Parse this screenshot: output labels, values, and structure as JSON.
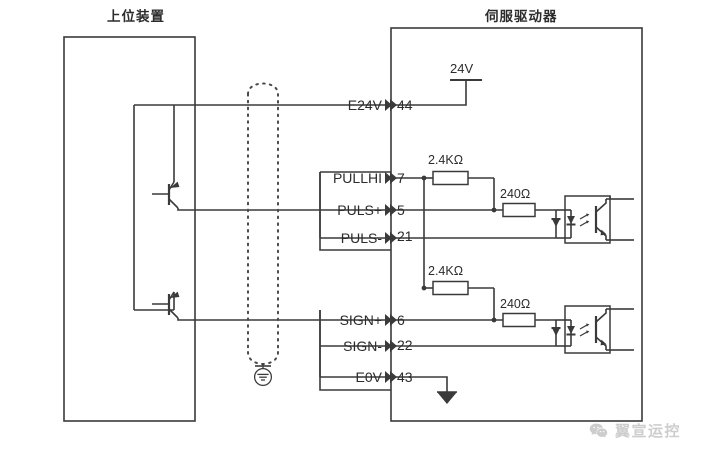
{
  "diagram": {
    "title_left": "上位装置",
    "title_right": "伺服驱动器",
    "power_label": "24V",
    "signals": [
      {
        "name": "E24V",
        "pin": "44"
      },
      {
        "name": "PULLHI",
        "pin": "7"
      },
      {
        "name": "PULS+",
        "pin": "5"
      },
      {
        "name": "PULS-",
        "pin": "21"
      },
      {
        "name": "SIGN+",
        "pin": "6"
      },
      {
        "name": "SIGN-",
        "pin": "22"
      },
      {
        "name": "E0V",
        "pin": "43"
      }
    ],
    "resistors": [
      {
        "id": "pull-up-pulse",
        "value": "2.4KΩ"
      },
      {
        "id": "series-pulse",
        "value": "240Ω"
      },
      {
        "id": "pull-up-sign",
        "value": "2.4KΩ"
      },
      {
        "id": "series-sign",
        "value": "240Ω"
      }
    ],
    "colors": {
      "line": "#3a3a3a",
      "text": "#2c2c2c",
      "background": "#ffffff",
      "watermark": "#8a8a8a"
    }
  },
  "watermark": {
    "text": "翼宣运控"
  }
}
